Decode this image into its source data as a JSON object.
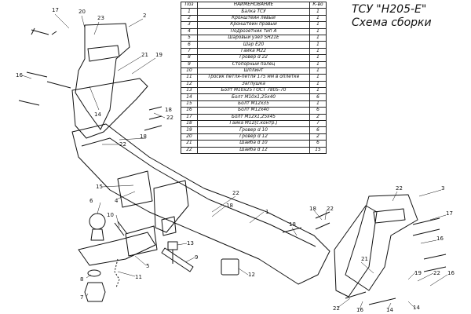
{
  "title": {
    "line1": "ТСУ \"Н205-Е\"",
    "line2": "Схема сборки"
  },
  "table": {
    "headers": [
      "Поз",
      "НАИМЕНОВАНИЕ",
      "К-во"
    ],
    "rows": [
      [
        "1",
        "Балка ТСУ",
        "1"
      ],
      [
        "2",
        "Кронштейн левый",
        "1"
      ],
      [
        "3",
        "Кронштейн правый",
        "1"
      ],
      [
        "4",
        "Подрозетник тип А",
        "1"
      ],
      [
        "5",
        "Шаровый узел SH21E",
        "1"
      ],
      [
        "6",
        "Шар Е20",
        "1"
      ],
      [
        "7",
        "Гайка М22",
        "1"
      ],
      [
        "8",
        "Гровер d 22",
        "1"
      ],
      [
        "9",
        "Стопорный палец",
        "1"
      ],
      [
        "10",
        "Шплинт",
        "1"
      ],
      [
        "11",
        "Тросик петля-петля 175 мм в оплетке",
        "1"
      ],
      [
        "12",
        "Заглушка",
        "1"
      ],
      [
        "13",
        "Болт М10х25 ГОСТ 7805-70",
        "1"
      ],
      [
        "14",
        "Болт М10х1,25х40",
        "6"
      ],
      [
        "15",
        "Болт М12х35",
        "1"
      ],
      [
        "16",
        "Болт М12х40",
        "6"
      ],
      [
        "17",
        "Болт М12х1,25х45",
        "2"
      ],
      [
        "18",
        "Гайка М12(с.контр.)",
        "7"
      ],
      [
        "19",
        "Гровер d 10",
        "6"
      ],
      [
        "20",
        "Гровер d 12",
        "2"
      ],
      [
        "21",
        "Шайба d 10",
        "6"
      ],
      [
        "22",
        "Шайба d 12",
        "15"
      ]
    ]
  },
  "callouts": [
    "17",
    "20",
    "23",
    "2",
    "16",
    "14",
    "21",
    "19",
    "22",
    "18",
    "15",
    "4",
    "6",
    "10",
    "5",
    "11",
    "8",
    "7",
    "13",
    "9",
    "12",
    "1",
    "3"
  ]
}
